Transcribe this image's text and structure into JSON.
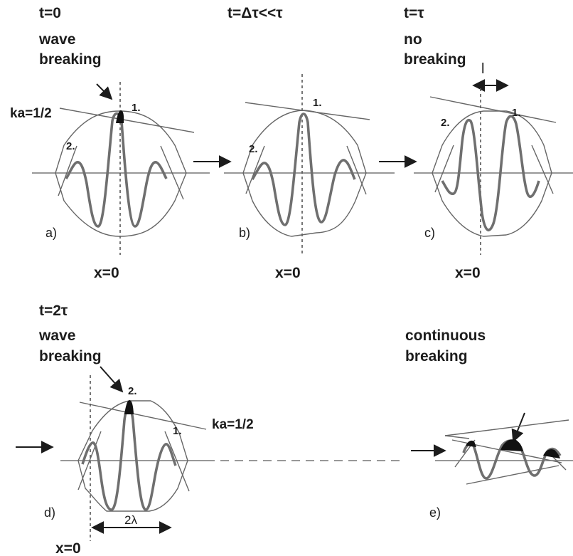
{
  "panels": [
    {
      "id": "a",
      "panel_label": "a)",
      "time_label": "t=0",
      "caption_lines": [
        "wave",
        "breaking"
      ],
      "x_label": "x=0",
      "ka_label": "ka=1/2",
      "crest_labels": [
        "1.",
        "2."
      ]
    },
    {
      "id": "b",
      "panel_label": "b)",
      "time_label": "t=Δτ<<τ",
      "x_label": "x=0",
      "crest_labels": [
        "1.",
        "2."
      ]
    },
    {
      "id": "c",
      "panel_label": "c)",
      "time_label": "t=τ",
      "caption_lines": [
        "no",
        "breaking"
      ],
      "x_label": "x=0",
      "shift_label": "l",
      "crest_labels": [
        "1.",
        "2."
      ]
    },
    {
      "id": "d",
      "panel_label": "d)",
      "time_label": "t=2τ",
      "caption_lines": [
        "wave",
        "breaking"
      ],
      "x_label": "x=0",
      "ka_label": "ka=1/2",
      "length_label": "2λ",
      "crest_labels": [
        "1.",
        "2."
      ]
    },
    {
      "id": "e",
      "panel_label": "e)",
      "caption_lines": [
        "continuous",
        "breaking"
      ]
    }
  ]
}
